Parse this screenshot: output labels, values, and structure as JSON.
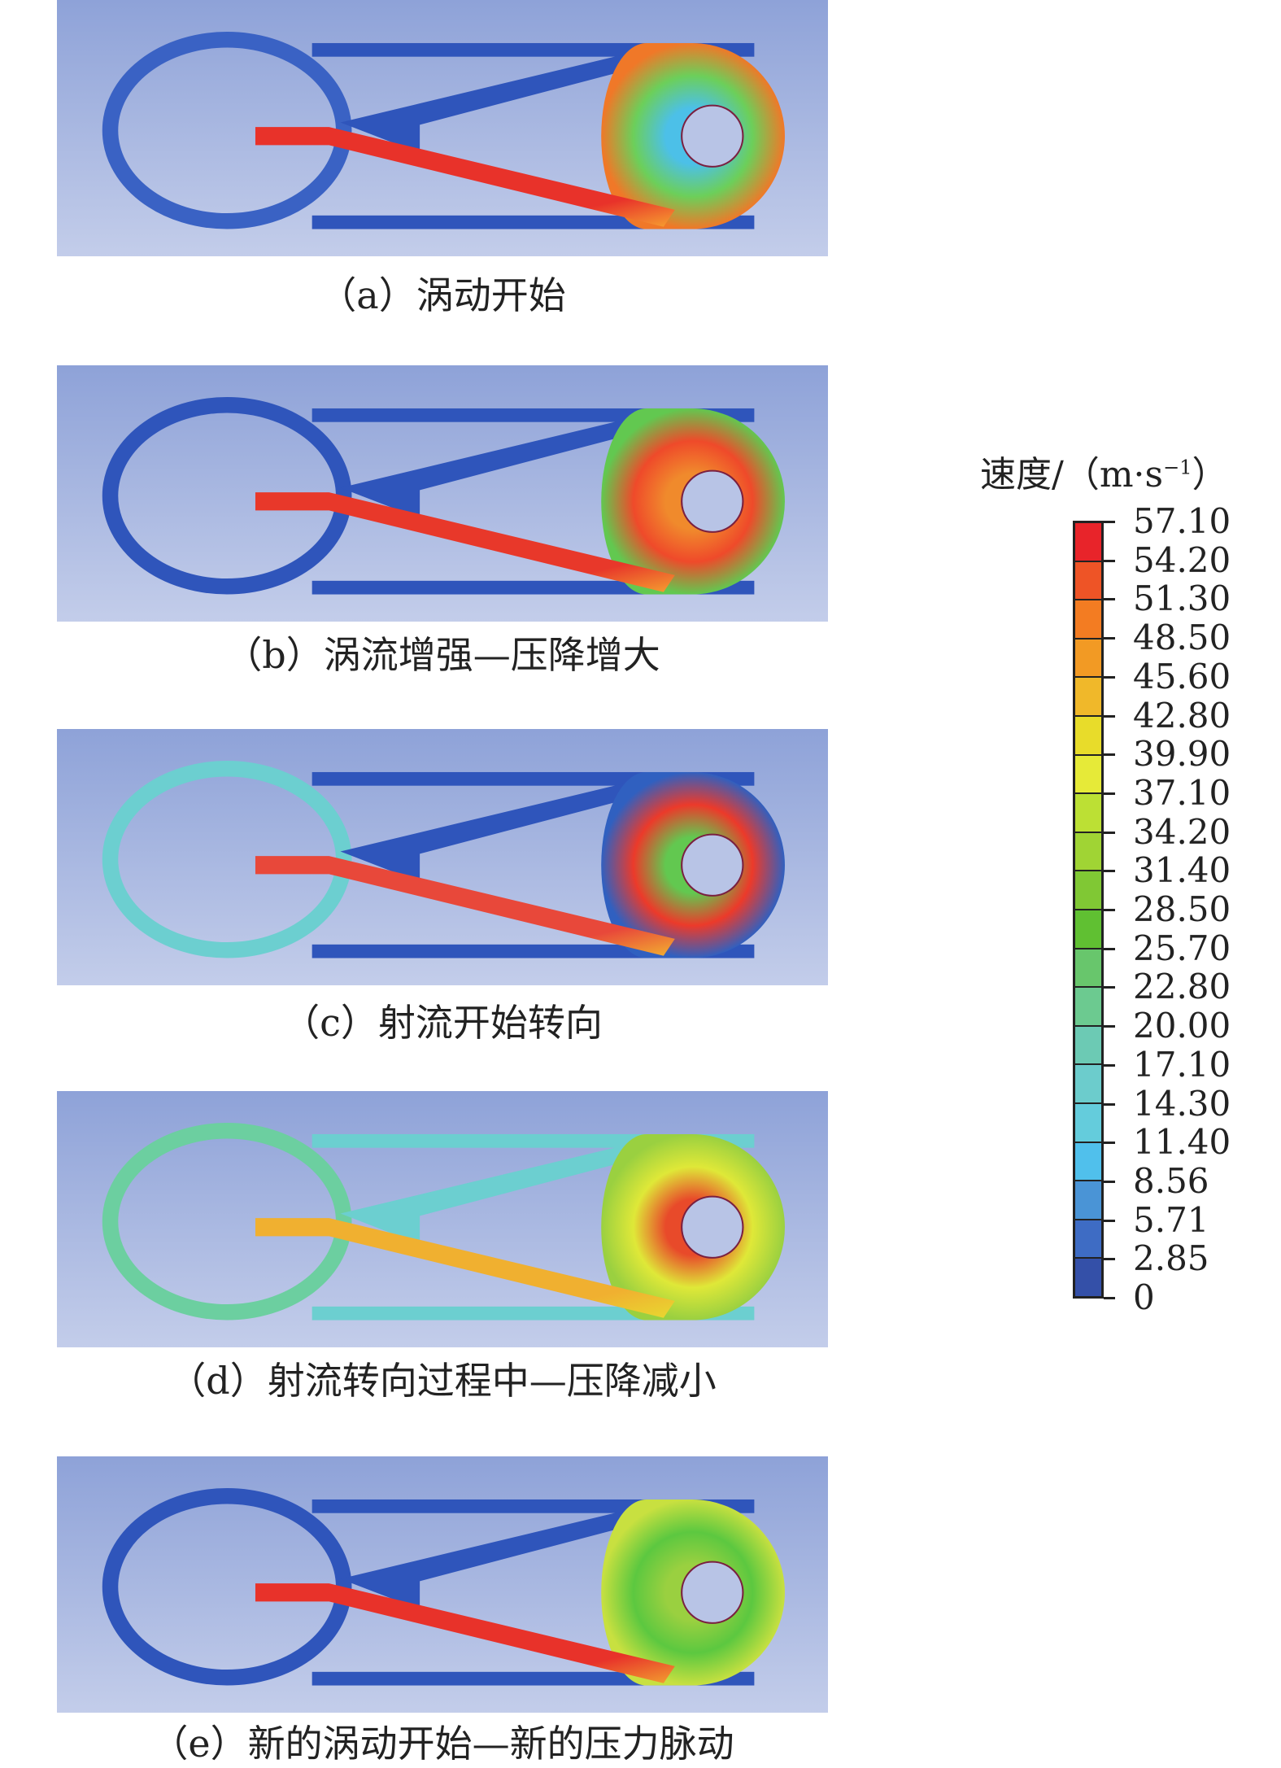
{
  "panels": [
    {
      "caption": "（a）涡动开始",
      "colors": {
        "bg_top": "#8ea2d8",
        "bg_bottom": "#c3cdea",
        "left_ring": "#3a62c4",
        "channels": "#2f55bb",
        "jet": "#e8322a",
        "jet_edge": "#f6a030",
        "vortex": "#6ccf5a",
        "vortex_outer": "#f07828",
        "vortex_inner": "#4cc0e8"
      }
    },
    {
      "caption": "（b）涡流增强—压降增大",
      "colors": {
        "bg_top": "#8ea2d8",
        "bg_bottom": "#c3cdea",
        "left_ring": "#2f55bb",
        "channels": "#2f55bb",
        "jet": "#e8382a",
        "jet_edge": "#f4a030",
        "vortex": "#ef4a2a",
        "vortex_outer": "#62c850",
        "vortex_inner": "#f08a2c"
      }
    },
    {
      "caption": "（c）射流开始转向",
      "colors": {
        "bg_top": "#8ea2d8",
        "bg_bottom": "#c3cdea",
        "left_ring": "#6ccfd0",
        "channels": "#2f55bb",
        "jet": "#e8483a",
        "jet_edge": "#f2b030",
        "vortex": "#ec3a2a",
        "vortex_outer": "#3060c0",
        "vortex_inner": "#62c850"
      }
    },
    {
      "caption": "（d）射流转向过程中—压降减小",
      "colors": {
        "bg_top": "#8ea2d8",
        "bg_bottom": "#c3cdea",
        "left_ring": "#6ccfa0",
        "channels": "#6ccfd0",
        "jet": "#f0b030",
        "jet_edge": "#e8d830",
        "vortex": "#dfe838",
        "vortex_outer": "#9ad040",
        "vortex_inner": "#e84a2a"
      }
    },
    {
      "caption": "（e）新的涡动开始—新的压力脉动",
      "colors": {
        "bg_top": "#8ea2d8",
        "bg_bottom": "#c3cdea",
        "left_ring": "#2f55bb",
        "channels": "#2f55bb",
        "jet": "#e8322a",
        "jet_edge": "#f2a030",
        "vortex": "#5cc840",
        "vortex_outer": "#c8e040",
        "vortex_inner": "#9ad040"
      }
    }
  ],
  "legend": {
    "title": "速度/（m·s",
    "title_sup": "−1",
    "title_close": "）",
    "labels": [
      "57.10",
      "54.20",
      "51.30",
      "48.50",
      "45.60",
      "42.80",
      "39.90",
      "37.10",
      "34.20",
      "31.40",
      "28.50",
      "25.70",
      "22.80",
      "20.00",
      "17.10",
      "14.30",
      "11.40",
      "8.56",
      "5.71",
      "2.85",
      "0"
    ],
    "colors": [
      "#e8242a",
      "#ee5426",
      "#f37c22",
      "#f29a24",
      "#f0b82a",
      "#e8dc2a",
      "#e6ea38",
      "#bce034",
      "#a0d434",
      "#80c834",
      "#60c032",
      "#68c66c",
      "#6cca90",
      "#6ccab4",
      "#6ccccc",
      "#64ccdc",
      "#50c0ec",
      "#4a94d6",
      "#3e6cc4",
      "#3450a8"
    ]
  }
}
